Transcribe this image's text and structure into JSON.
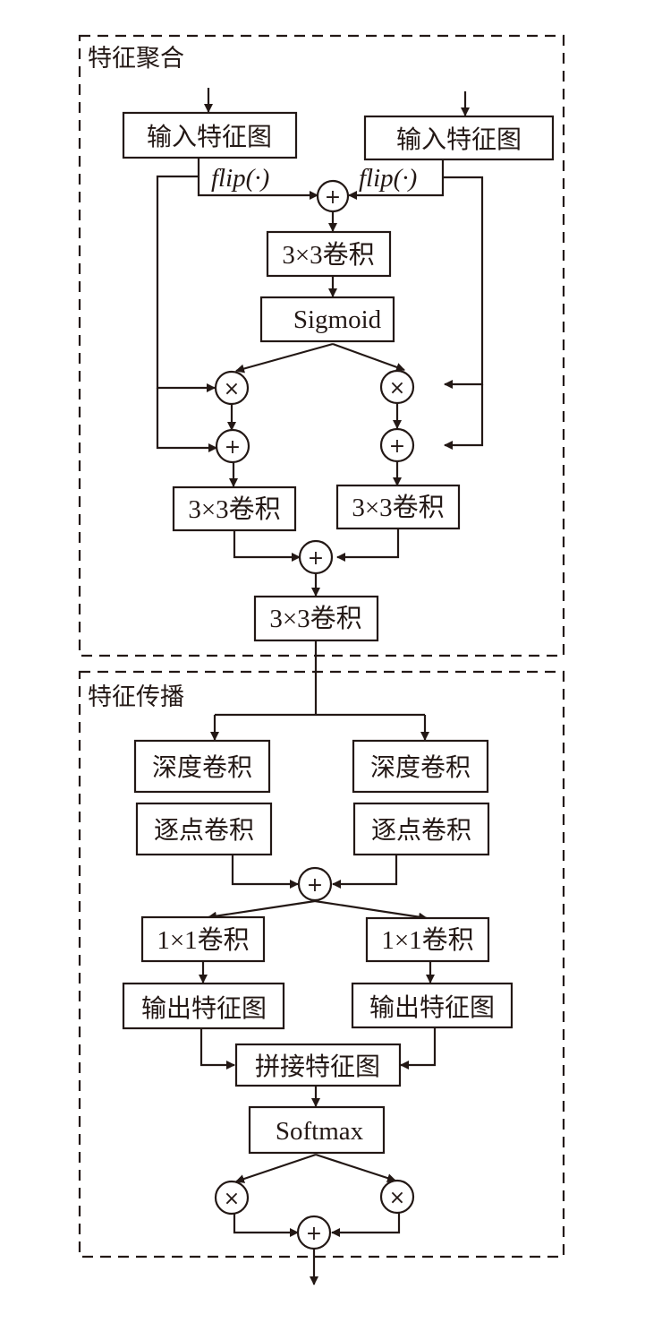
{
  "sections": {
    "aggregation": "特征聚合",
    "propagation": "特征传播"
  },
  "aggregation": {
    "input_left": "输入特征图",
    "input_right": "输入特征图",
    "flip_left": "flip(·)",
    "flip_right": "flip(·)",
    "conv_top": "3×3卷积",
    "sigmoid": "Sigmoid",
    "conv_left": "3×3卷积",
    "conv_right": "3×3卷积",
    "conv_out": "3×3卷积"
  },
  "propagation": {
    "depth_left": "深度卷积",
    "depth_right": "深度卷积",
    "point_left": "逐点卷积",
    "point_right": "逐点卷积",
    "conv1_left": "1×1卷积",
    "conv1_right": "1×1卷积",
    "out_left": "输出特征图",
    "out_right": "输出特征图",
    "concat": "拼接特征图",
    "softmax": "Softmax"
  },
  "operators": {
    "add": "+",
    "mul": "×"
  }
}
